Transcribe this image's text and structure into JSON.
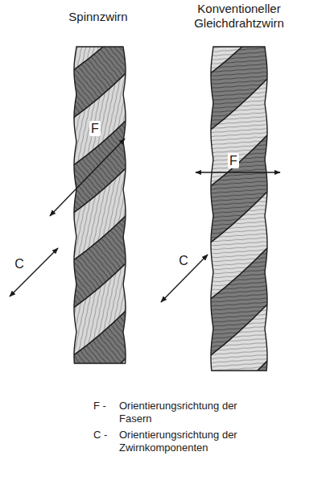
{
  "diagram": {
    "labels": [
      "Spinnzwirn",
      "Konventioneller Gleichdrahtzwirn",
      "F",
      "C",
      "F",
      "C",
      "F -",
      "Orientierungsrichtung der Fasern",
      "C -",
      "Orientierungsrichtung der Zwirnkomponenten"
    ]
  }
}
